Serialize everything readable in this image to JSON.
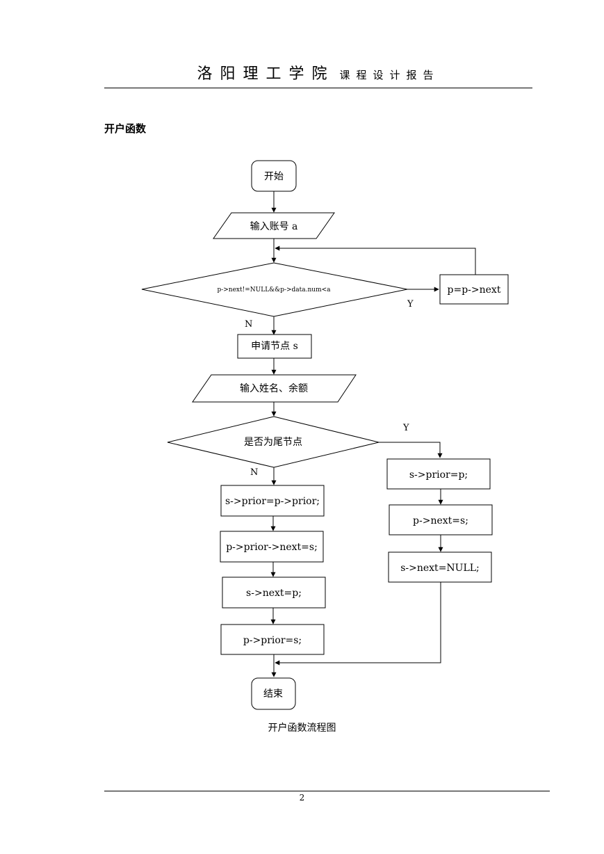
{
  "header": {
    "school": "洛阳理工学院",
    "report_type": "课程设计报告"
  },
  "section_title": "开户函数",
  "flowchart": {
    "start": "开始",
    "input_account": "输入账号 a",
    "loop_condition": "p->next!=NULL&&p->data.num<a",
    "loop_yes": "Y",
    "loop_body": "p=p->next",
    "loop_no": "N",
    "alloc_node": "申请节点 s",
    "input_name_balance": "输入姓名、余额",
    "tail_condition": "是否为尾节点",
    "tail_yes": "Y",
    "tail_no": "N",
    "left_steps": [
      "s->prior=p->prior;",
      "p->prior->next=s;",
      "s->next=p;",
      "p->prior=s;"
    ],
    "right_steps": [
      "s->prior=p;",
      "p->next=s;",
      "s->next=NULL;"
    ],
    "end": "结束"
  },
  "caption": "开户函数流程图",
  "page_number": "2"
}
